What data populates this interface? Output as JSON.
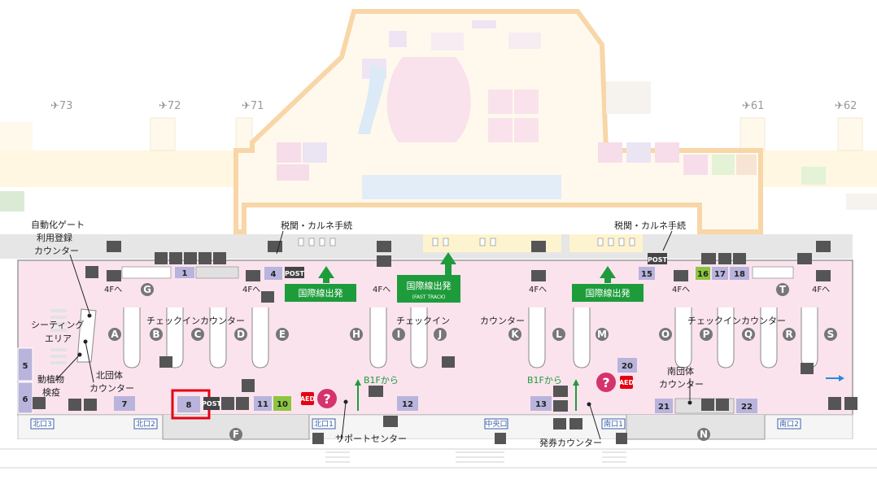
{
  "gates": [
    "73",
    "72",
    "71",
    "61",
    "62"
  ],
  "labels": {
    "auto_gate_line1": "自動化ゲート",
    "auto_gate_line2": "利用登録",
    "auto_gate_line3": "カウンター",
    "seating_line1": "シーティング",
    "seating_line2": "エリア",
    "plant_line1": "動植物",
    "plant_line2": "検疫",
    "north_group_line1": "北団体",
    "north_group_line2": "カウンター",
    "south_group_line1": "南団体",
    "south_group_line2": "カウンター",
    "customs_left": "税関・カルネ手続",
    "customs_right": "税関・カルネ手続",
    "checkin_left": "チェックインカウンター",
    "checkin_mid1": "チェックイン",
    "checkin_mid2": "カウンター",
    "checkin_right": "チェックインカウンター",
    "support_center": "サポートセンター",
    "ticket_counter": "発券カウンター",
    "to_4f": "4Fへ",
    "from_b1f": "B1Fから",
    "post": "POST",
    "aed": "AED",
    "info": "?"
  },
  "departure_signs": [
    {
      "main": "国際線出発",
      "sub": ""
    },
    {
      "main": "国際線出発",
      "sub": "(FAST TRACK)"
    },
    {
      "main": "国際線出発",
      "sub": ""
    }
  ],
  "islands": [
    "A",
    "B",
    "C",
    "D",
    "E",
    "H",
    "I",
    "J",
    "K",
    "L",
    "M",
    "O",
    "P",
    "Q",
    "R",
    "S"
  ],
  "areas": [
    "G",
    "T",
    "F",
    "N"
  ],
  "counter_numbers": [
    "1",
    "4",
    "5",
    "6",
    "7",
    "8",
    "10",
    "11",
    "12",
    "13",
    "15",
    "16",
    "17",
    "18",
    "20",
    "21",
    "22"
  ],
  "exits": [
    "北口3",
    "北口2",
    "北口1",
    "中央口",
    "南口1",
    "南口2"
  ],
  "selected_counter": "8",
  "colors": {
    "checkin_floor": "#fbe3ee",
    "counter_purple": "#b8b4dc",
    "counter_green": "#8cc63f",
    "sign_green": "#1e9c3c",
    "info_pink": "#d6336c",
    "aed_red": "#e60012",
    "highlight_red": "#e60012",
    "exit_blue": "#3a5ea8"
  }
}
